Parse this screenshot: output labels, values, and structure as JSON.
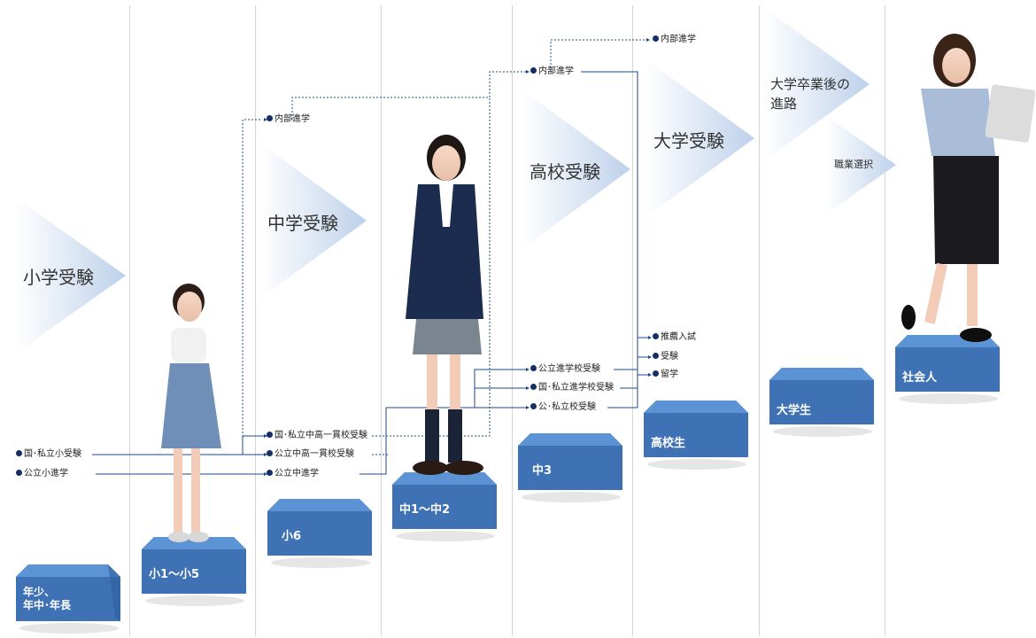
{
  "stage_titles": {
    "elementary": "小学受験",
    "junior_high": "中学受験",
    "high_school": "高校受験",
    "university": "大学受験",
    "after_university": "大学卒業後の\n進路",
    "career": "職業選択"
  },
  "routes": {
    "kokushi_elem": "国･私立小受験",
    "public_elem": "公立小進学",
    "internal_jh": "内部進学",
    "kokushi_chukou": "国･私立中高一貫校受験",
    "public_chukou": "公立中高一貫校受験",
    "public_jh": "公立中進学",
    "internal_hs": "内部進学",
    "public_prep": "公立進学校受験",
    "kokushi_prep": "国･私立進学校受験",
    "public_private_hs": "公･私立校受験",
    "internal_univ": "内部進学",
    "recommendation": "推薦入試",
    "exam": "受験",
    "study_abroad": "留学"
  },
  "steps": {
    "preschool": "年少、\n年中･年長",
    "elem_1_5": "小1～小5",
    "elem_6": "小6",
    "jh_1_2": "中1～中2",
    "jh_3": "中3",
    "high_school": "高校生",
    "university": "大学生",
    "working": "社会人"
  },
  "colors": {
    "step_top": "#5b93d4",
    "step_front": "#3f71b5",
    "step_side": "#2f5f9f",
    "route_line": "#1d4a8c",
    "dot": "#132f67",
    "chevron": "#c9d9ee"
  }
}
